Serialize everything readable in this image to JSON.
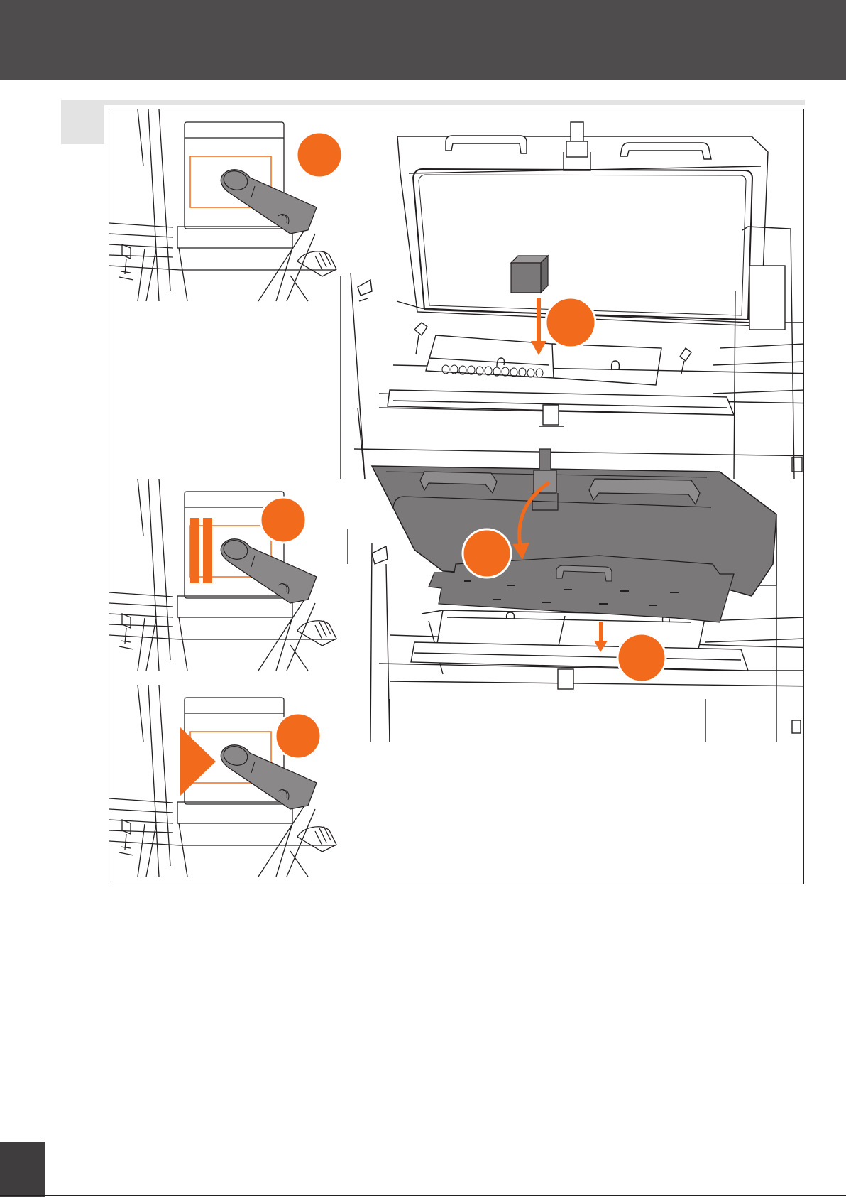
{
  "colors": {
    "banner": "#4e4c4d",
    "accent_orange": "#f26a1b",
    "line": "#231f20",
    "grey_fill": "#7a7878",
    "tab_grey": "#e3e3e3"
  },
  "icons": {
    "finger": "finger-press-icon",
    "pause": "pause-icon",
    "play": "play-icon",
    "step_marker": "orange-step-marker-icon",
    "box": "material-box-icon",
    "arrow_down": "arrow-down-icon",
    "arrow_curved": "curved-arrow-icon"
  },
  "panels": [
    {
      "id": "touchscreen-press",
      "symbol": "none"
    },
    {
      "id": "touchscreen-pause",
      "symbol": "pause"
    },
    {
      "id": "touchscreen-play",
      "symbol": "play"
    },
    {
      "id": "lid-open-insert",
      "action": "insert-material"
    },
    {
      "id": "lid-close",
      "action": "close-lid"
    }
  ]
}
